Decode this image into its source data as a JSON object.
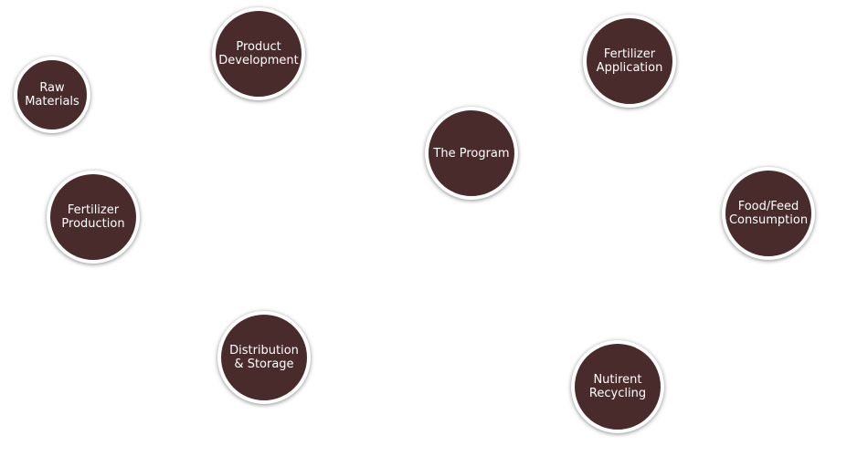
{
  "colors": {
    "node_fill": "#4a2b2c",
    "node_border": "#ffffff",
    "node_text": "#ffffff",
    "background": "#ffffff"
  },
  "nodes": {
    "raw_materials": {
      "lines": [
        "Raw",
        "Materials"
      ]
    },
    "product_development": {
      "lines": [
        "Product",
        "Development"
      ]
    },
    "fertilizer_production": {
      "lines": [
        "Fertilizer",
        "Production"
      ]
    },
    "the_program": {
      "lines": [
        "The Program"
      ]
    },
    "fertilizer_application": {
      "lines": [
        "Fertilizer",
        "Application"
      ]
    },
    "food_feed_consumption": {
      "lines": [
        "Food/Feed",
        "Consumption"
      ]
    },
    "distribution_storage": {
      "lines": [
        "Distribution",
        "& Storage"
      ]
    },
    "nutrient_recycling": {
      "lines": [
        "Nutirent",
        "Recycling"
      ]
    }
  }
}
